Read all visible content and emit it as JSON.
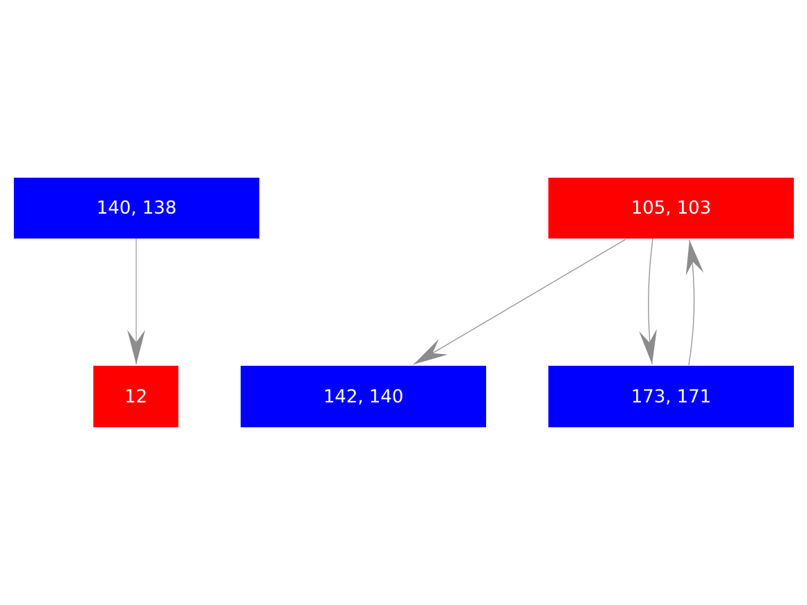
{
  "diagram": {
    "type": "directed-graph",
    "colors": {
      "background": "#ffffff",
      "node_blue": "#0000ff",
      "node_red": "#ff0000",
      "label_text": "#ffffff",
      "edge_line": "#989898",
      "edge_line_light": "#c3c3c3",
      "arrowhead": "#8c8c8c"
    },
    "nodes": [
      {
        "id": "n1",
        "label": "140, 138",
        "color": "blue"
      },
      {
        "id": "n2",
        "label": "105, 103",
        "color": "red"
      },
      {
        "id": "n3",
        "label": "12",
        "color": "red"
      },
      {
        "id": "n4",
        "label": "142, 140",
        "color": "blue"
      },
      {
        "id": "n5",
        "label": "173, 171",
        "color": "blue"
      }
    ],
    "edges": [
      {
        "from": "140, 138",
        "to": "12",
        "style": "straight"
      },
      {
        "from": "105, 103",
        "to": "142, 140",
        "style": "straight"
      },
      {
        "from": "105, 103",
        "to": "173, 171",
        "style": "curved"
      },
      {
        "from": "173, 171",
        "to": "105, 103",
        "style": "curved"
      }
    ]
  }
}
